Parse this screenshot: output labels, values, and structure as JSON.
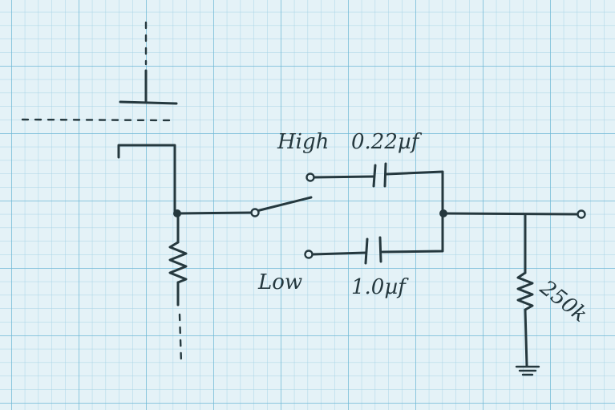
{
  "labels": {
    "switch_high": "High",
    "switch_low": "Low",
    "cap_high": "0.22µf",
    "cap_low": "1.0µf",
    "resistor_out": "250k"
  },
  "colors": {
    "paper": "#e4f2f7",
    "grid_minor": "#a7d3e6",
    "grid_major": "#6fb8d6",
    "ink": "#25383e"
  }
}
